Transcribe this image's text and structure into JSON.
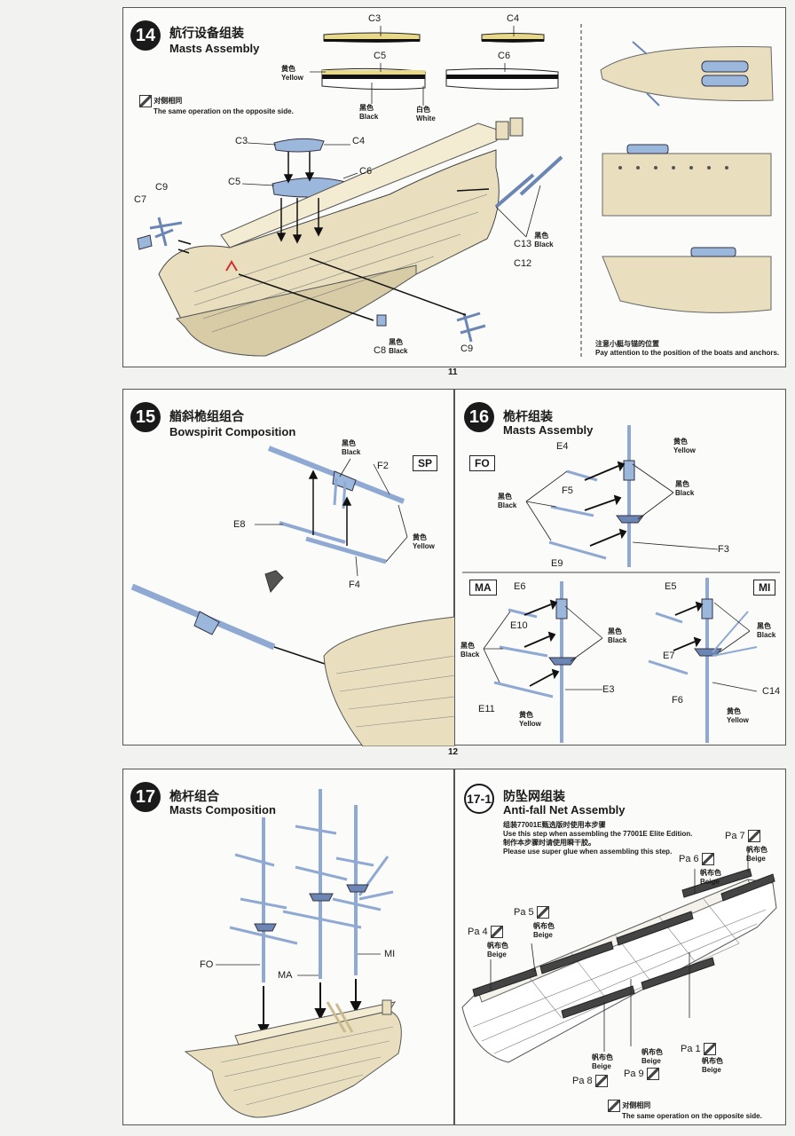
{
  "step14": {
    "num": "14",
    "title_cn": "航行设备组装",
    "title_en": "Masts Assembly",
    "same_cn": "对侧相同",
    "same_en": "The same operation on the opposite side.",
    "parts": {
      "c3": "C3",
      "c4": "C4",
      "c5": "C5",
      "c6": "C6",
      "c7": "C7",
      "c9a": "C9",
      "c9b": "C9",
      "c8": "C8",
      "c12": "C12",
      "c13": "C13",
      "c3b": "C3",
      "c4b": "C4",
      "c5b": "C5",
      "c6b": "C6"
    },
    "colors": {
      "yellow_cn": "黄色",
      "yellow_en": "Yellow",
      "black_cn": "黑色",
      "black_en": "Black",
      "white_cn": "白色",
      "white_en": "White"
    },
    "attention_cn": "注意小艇与锚的位置",
    "attention_en": "Pay attention to the position of the boats and anchors."
  },
  "page11": "11",
  "page12": "12",
  "step15": {
    "num": "15",
    "title_cn": "艏斜桅组组合",
    "title_en": "Bowspirit Composition",
    "parts": {
      "f2": "F2",
      "e8": "E8",
      "f4": "F4",
      "sp": "SP"
    },
    "black_cn": "黑色",
    "black_en": "Black",
    "yellow_cn": "黄色",
    "yellow_en": "Yellow"
  },
  "step16": {
    "num": "16",
    "title_cn": "桅杆组装",
    "title_en": "Masts Assembly",
    "fo": {
      "box": "FO",
      "e4": "E4",
      "f5": "F5",
      "e9": "E9",
      "f3": "F3"
    },
    "ma": {
      "box": "MA",
      "e6": "E6",
      "e10": "E10",
      "e11": "E11",
      "e3": "E3"
    },
    "mi": {
      "box": "MI",
      "e5": "E5",
      "e7": "E7",
      "f6": "F6",
      "c14": "C14"
    },
    "black_cn": "黑色",
    "black_en": "Black",
    "yellow_cn": "黄色",
    "yellow_en": "Yellow"
  },
  "step17": {
    "num": "17",
    "title_cn": "桅杆组合",
    "title_en": "Masts Composition",
    "fo": "FO",
    "ma": "MA",
    "mi": "MI"
  },
  "step171": {
    "num": "17-1",
    "title_cn": "防坠网组装",
    "title_en": "Anti-fall Net Assembly",
    "inst1_cn": "组装77001E甄选版时使用本步骤",
    "inst1_en": "Use this step when assembling the 77001E Elite Edition.",
    "inst2_cn": "制作本步骤时请使用瞬干胶。",
    "inst2_en": "Please use super glue when assembling this step.",
    "beige_cn": "帆布色",
    "beige_en": "Beige",
    "pa1": "Pa 1",
    "pa4": "Pa 4",
    "pa5": "Pa 5",
    "pa6": "Pa 6",
    "pa7": "Pa 7",
    "pa8": "Pa 8",
    "pa9": "Pa 9",
    "same_cn": "对侧相同",
    "same_en": "The same operation on the opposite side."
  }
}
